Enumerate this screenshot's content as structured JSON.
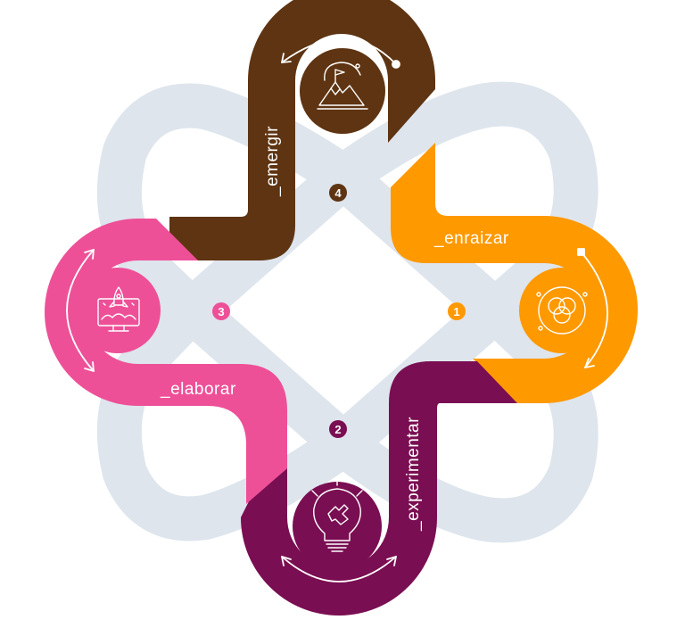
{
  "stages": [
    {
      "number": "1",
      "label": "_enraizar",
      "color": "#FF9900",
      "icon": "circles-venn-icon"
    },
    {
      "number": "2",
      "label": "_experimentar",
      "color": "#7A0E52",
      "icon": "lightbulb-puzzle-icon"
    },
    {
      "number": "3",
      "label": "_elaborar",
      "color": "#EE5098",
      "icon": "rocket-monitor-icon"
    },
    {
      "number": "4",
      "label": "_emergir",
      "color": "#5E3412",
      "icon": "mountain-flag-icon"
    }
  ],
  "colors": {
    "track": "#DEE5ED",
    "background": "#FFFFFF"
  }
}
